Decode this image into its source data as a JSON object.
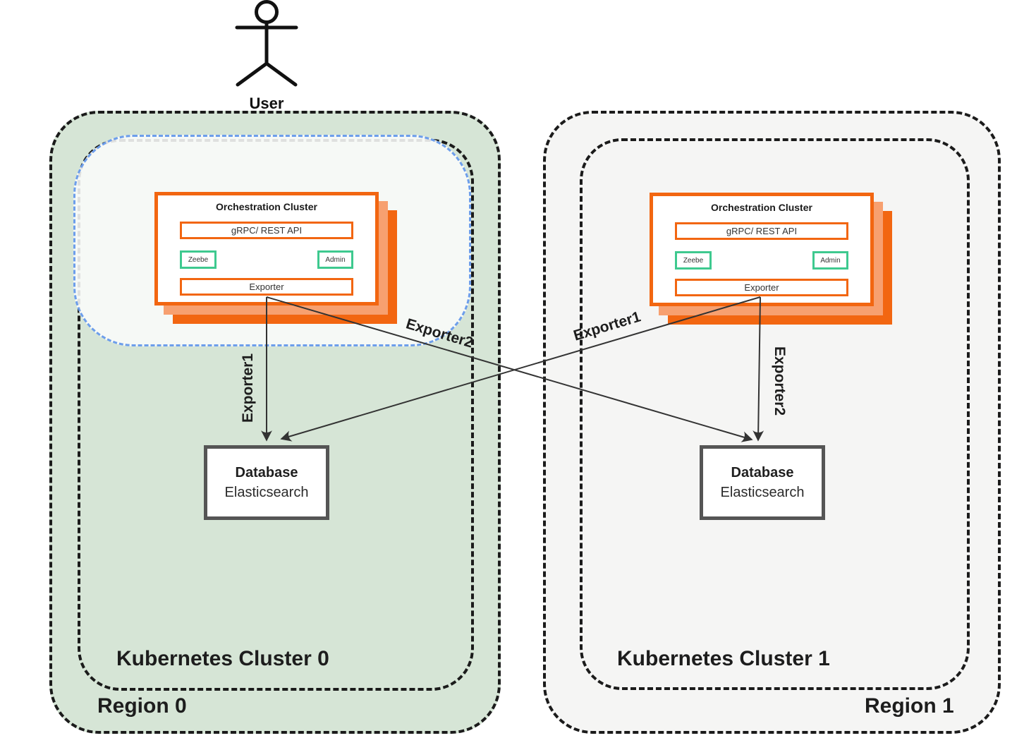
{
  "actor": {
    "label": "User"
  },
  "regions": [
    {
      "label": "Region 0",
      "cluster_label": "Kubernetes Cluster 0"
    },
    {
      "label": "Region 1",
      "cluster_label": "Kubernetes Cluster 1"
    }
  ],
  "clusters": [
    {
      "title": "Orchestration Cluster",
      "api": "gRPC/ REST API",
      "zeebe": "Zeebe",
      "admin": "Admin",
      "exporter": "Exporter"
    },
    {
      "title": "Orchestration Cluster",
      "api": "gRPC/ REST API",
      "zeebe": "Zeebe",
      "admin": "Admin",
      "exporter": "Exporter"
    }
  ],
  "databases": [
    {
      "title": "Database",
      "subtitle": "Elasticsearch"
    },
    {
      "title": "Database",
      "subtitle": "Elasticsearch"
    }
  ],
  "edges": [
    {
      "label": "Exporter1",
      "from": "cluster0-exporter",
      "to": "database0"
    },
    {
      "label": "Exporter2",
      "from": "cluster0-exporter",
      "to": "database1"
    },
    {
      "label": "Exporter1",
      "from": "cluster1-exporter",
      "to": "database0"
    },
    {
      "label": "Exporter2",
      "from": "cluster1-exporter",
      "to": "database1"
    }
  ],
  "colors": {
    "orange": "#F26611",
    "salmon": "#F7A070",
    "green_accent": "#3EC98F",
    "region0_fill": "#D6E5D6",
    "region1_fill": "#F5F5F4",
    "blue_dash": "#6D9EEB",
    "dash_border": "#1B1B1B",
    "db_border": "#555555",
    "edge_line": "#333333"
  }
}
